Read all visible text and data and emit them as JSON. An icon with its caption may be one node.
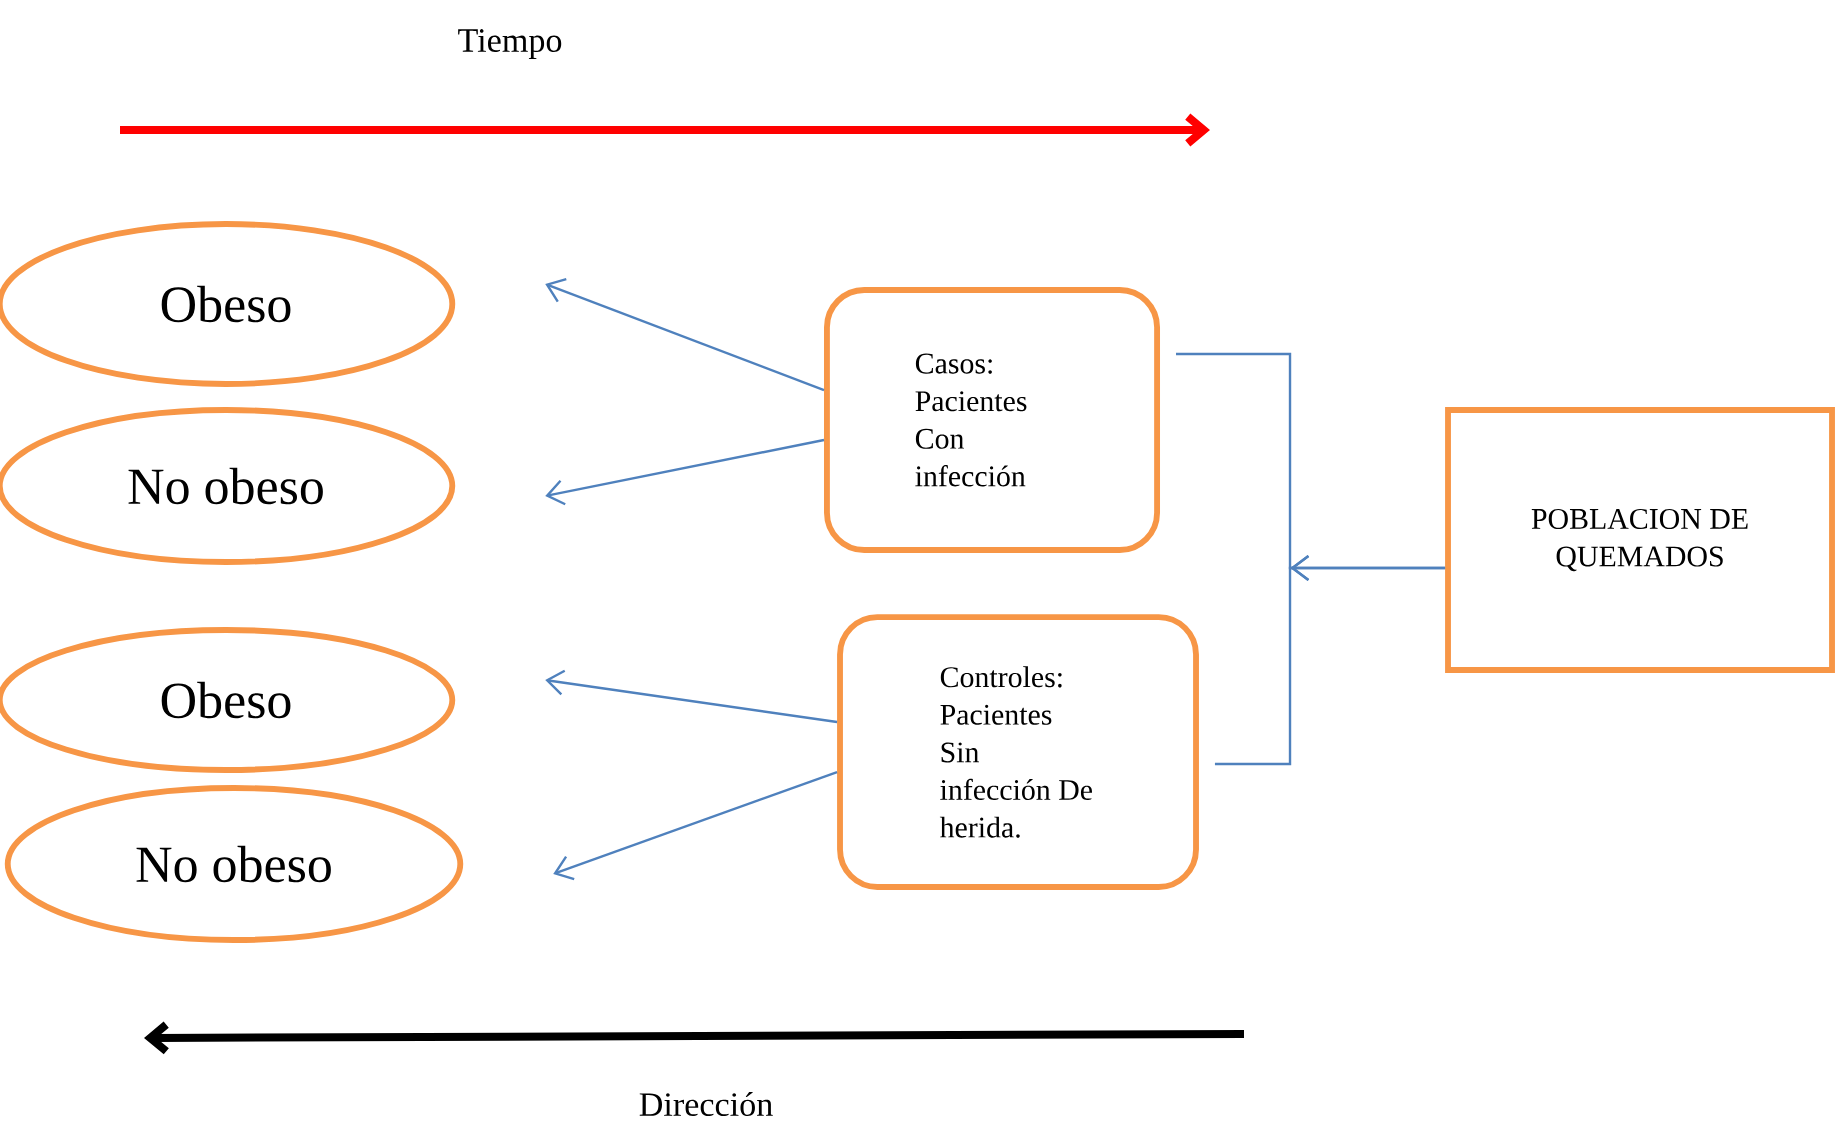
{
  "diagram": {
    "nodes": [
      {
        "text": [
          "Obeso"
        ]
      },
      {
        "text": [
          "No obeso"
        ]
      },
      {
        "text": [
          "Casos: Pacientes Con infección"
        ]
      },
      {
        "text": [
          "Obeso"
        ]
      },
      {
        "text": [
          "No obeso"
        ]
      },
      {
        "text": [
          "Controles: Pacientes Sin infección De herida."
        ]
      },
      {
        "text": [
          "POBLACION DE QUEMADOS"
        ]
      }
    ],
    "edges": [
      {
        "from": 2,
        "to": 0,
        "arrow": "to"
      },
      {
        "from": 2,
        "to": 1,
        "arrow": "to"
      },
      {
        "from": 5,
        "to": 3,
        "arrow": "to"
      },
      {
        "from": 5,
        "to": 4,
        "arrow": "to"
      },
      {
        "from": 6,
        "to": 2,
        "arrow": "to"
      },
      {
        "from": 6,
        "to": 5,
        "arrow": "to"
      }
    ],
    "labels": [
      "Tiempo",
      "Dirección"
    ]
  }
}
